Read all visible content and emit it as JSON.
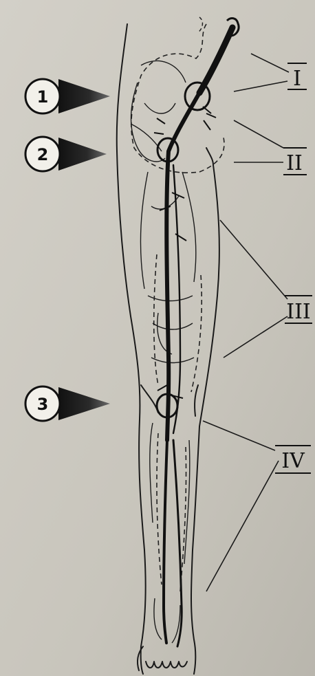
{
  "markers": [
    {
      "id": "marker-1",
      "label": "1"
    },
    {
      "id": "marker-2",
      "label": "2"
    },
    {
      "id": "marker-3",
      "label": "3"
    }
  ],
  "labels": [
    {
      "id": "label-I",
      "text": "I"
    },
    {
      "id": "label-II",
      "text": "II"
    },
    {
      "id": "label-III",
      "text": "III"
    },
    {
      "id": "label-IV",
      "text": "IV"
    }
  ],
  "colors": {
    "paper": "#c9c6bd",
    "ink": "#111111",
    "vessel": "#1a1a1a"
  }
}
